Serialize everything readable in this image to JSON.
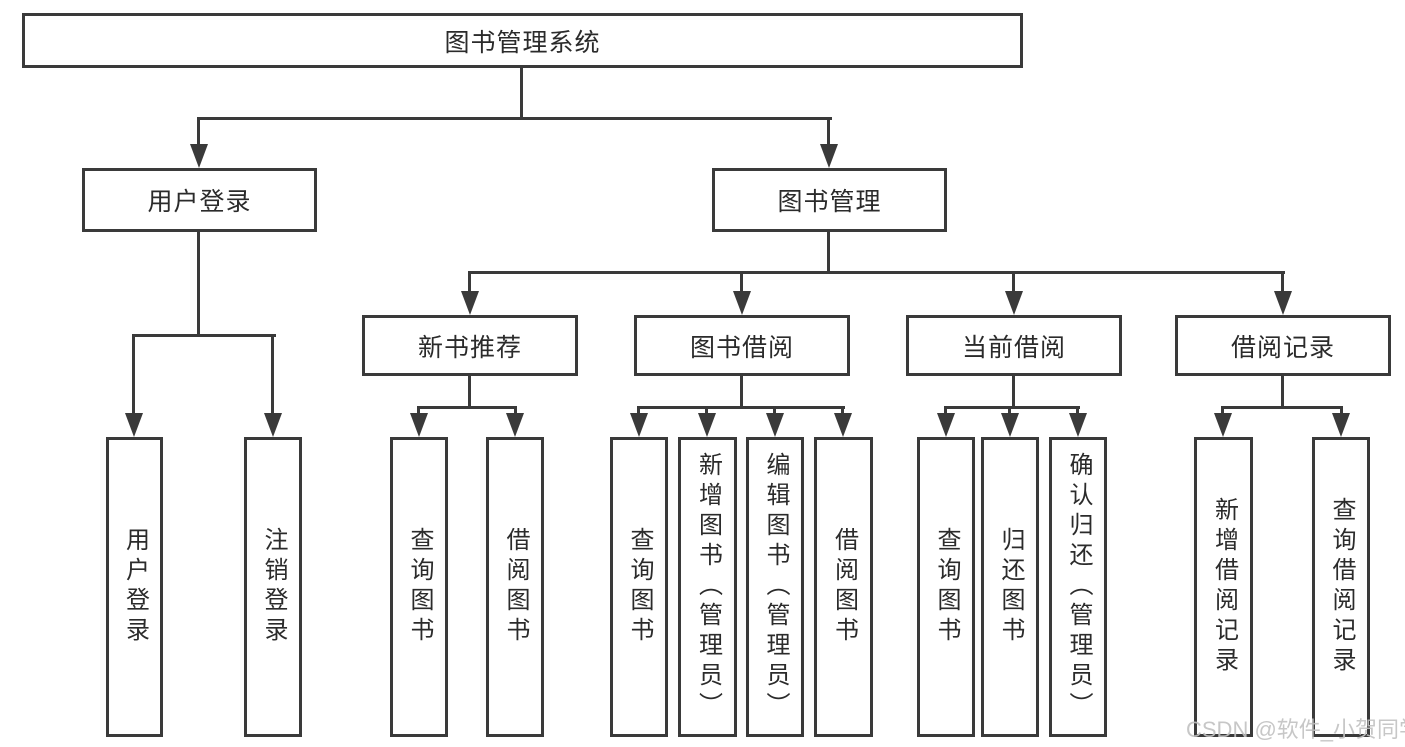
{
  "diagram": {
    "root_label": "图书管理系统",
    "level1": {
      "login": "用户登录",
      "management": "图书管理"
    },
    "level2": {
      "new_books": "新书推荐",
      "book_borrow": "图书借阅",
      "current_borrow": "当前借阅",
      "borrow_records": "借阅记录"
    },
    "leaves": {
      "user_login": "用户登录",
      "logout": "注销登录",
      "nb_query": "查询图书",
      "nb_borrow": "借阅图书",
      "bb_query": "查询图书",
      "bb_add": "新增图书（管理员）",
      "bb_edit": "编辑图书（管理员）",
      "bb_borrow": "借阅图书",
      "cb_query": "查询图书",
      "cb_return": "归还图书",
      "cb_confirm": "确认归还（管理员）",
      "br_add": "新增借阅记录",
      "br_query": "查询借阅记录"
    },
    "watermark": "CSDN @软件_小贺同学",
    "colors": {
      "line": "#3a3a3a",
      "background": "#ffffff",
      "watermark": "#c2c2c2"
    }
  }
}
